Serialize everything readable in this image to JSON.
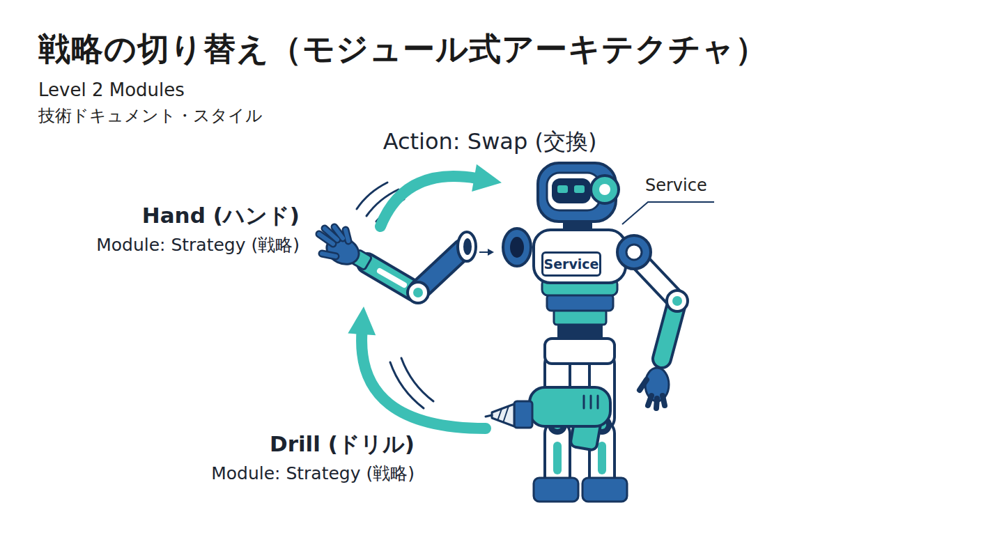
{
  "diagram": {
    "title": "戦略の切り替え（モジュール式アーキテクチャ）",
    "nodes": [
      {
        "text": [
          "Hand (ハンド)",
          "Module: Strategy (戦略)"
        ]
      },
      {
        "text": [
          "Service"
        ]
      },
      {
        "text": [
          "Drill (ドリル)",
          "Module: Strategy (戦略)"
        ]
      }
    ],
    "edges": [
      {
        "from": 0,
        "to": 1,
        "label": "Action: Swap (交換)",
        "arrow": "to"
      },
      {
        "from": 2,
        "to": 0,
        "arrow": "to"
      }
    ],
    "labels": [
      "Level 2 Modules",
      "技術ドキュメント・スタイル",
      "Service"
    ]
  }
}
